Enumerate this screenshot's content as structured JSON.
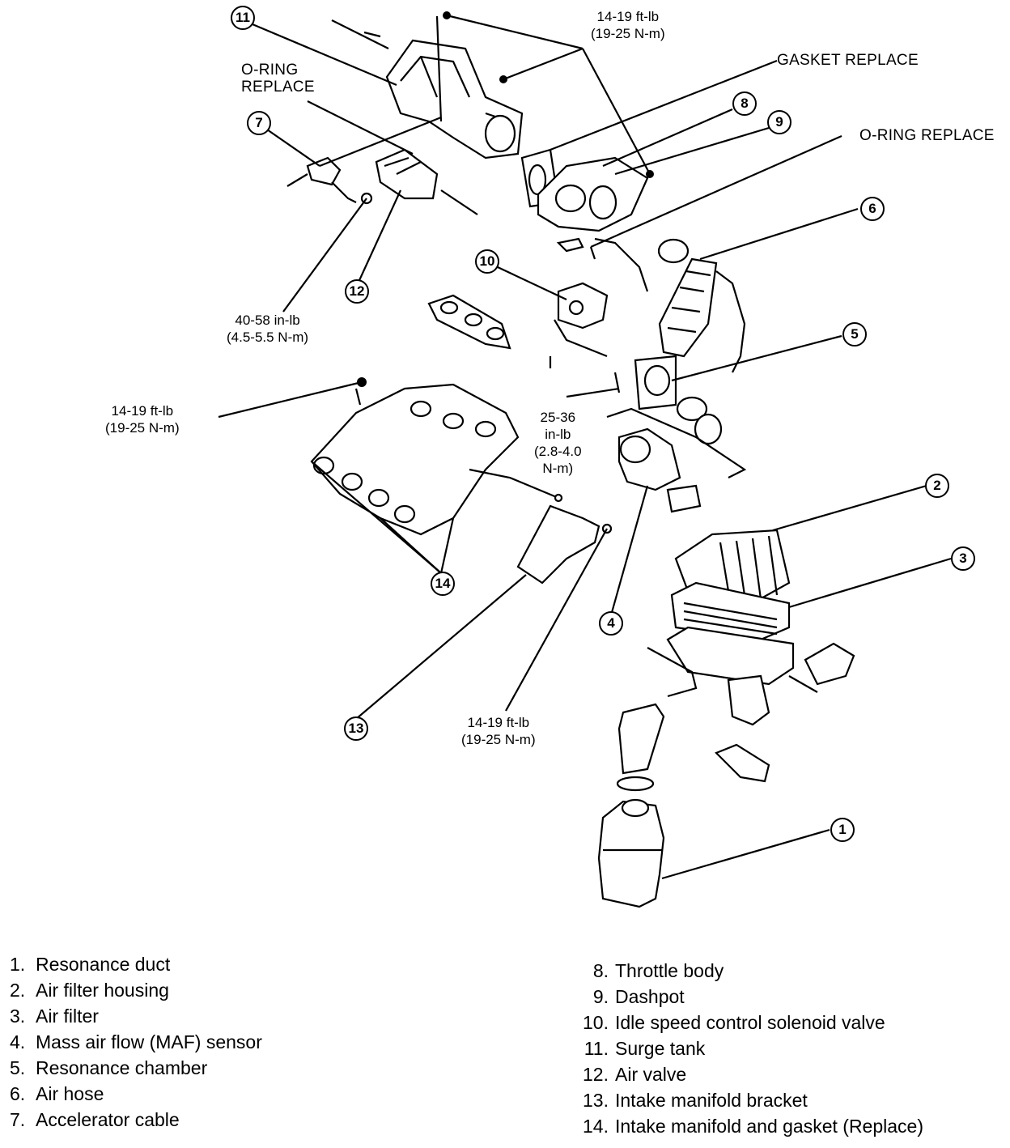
{
  "notes": {
    "oring_left": [
      "O-RING",
      "REPLACE"
    ],
    "gasket_replace": "GASKET REPLACE",
    "oring_right": "O-RING REPLACE"
  },
  "torques": {
    "top": [
      "14-19 ft-lb",
      "(19-25 N-m)"
    ],
    "air_valve": [
      "40-58 in-lb",
      "(4.5-5.5 N-m)"
    ],
    "manifold": [
      "14-19 ft-lb",
      "(19-25 N-m)"
    ],
    "isc": [
      "25-36",
      "in-lb",
      "(2.8-4.0",
      "N-m)"
    ],
    "bracket": [
      "14-19 ft-lb",
      "(19-25 N-m)"
    ]
  },
  "callouts": {
    "c1": "1",
    "c2": "2",
    "c3": "3",
    "c4": "4",
    "c5": "5",
    "c6": "6",
    "c7": "7",
    "c8": "8",
    "c9": "9",
    "c10": "10",
    "c11": "11",
    "c12": "12",
    "c13": "13",
    "c14": "14"
  },
  "legend": [
    {
      "num": "1.",
      "label": "Resonance duct"
    },
    {
      "num": "2.",
      "label": "Air filter housing"
    },
    {
      "num": "3.",
      "label": "Air filter"
    },
    {
      "num": "4.",
      "label": "Mass air flow (MAF) sensor"
    },
    {
      "num": "5.",
      "label": "Resonance chamber"
    },
    {
      "num": "6.",
      "label": "Air hose"
    },
    {
      "num": "7.",
      "label": "Accelerator cable"
    },
    {
      "num": "8.",
      "label": "Throttle body"
    },
    {
      "num": "9.",
      "label": "Dashpot"
    },
    {
      "num": "10.",
      "label": "Idle speed control solenoid valve"
    },
    {
      "num": "11.",
      "label": "Surge tank"
    },
    {
      "num": "12.",
      "label": "Air valve"
    },
    {
      "num": "13.",
      "label": "Intake manifold bracket"
    },
    {
      "num": "14.",
      "label": "Intake manifold and gasket (Replace)"
    }
  ]
}
